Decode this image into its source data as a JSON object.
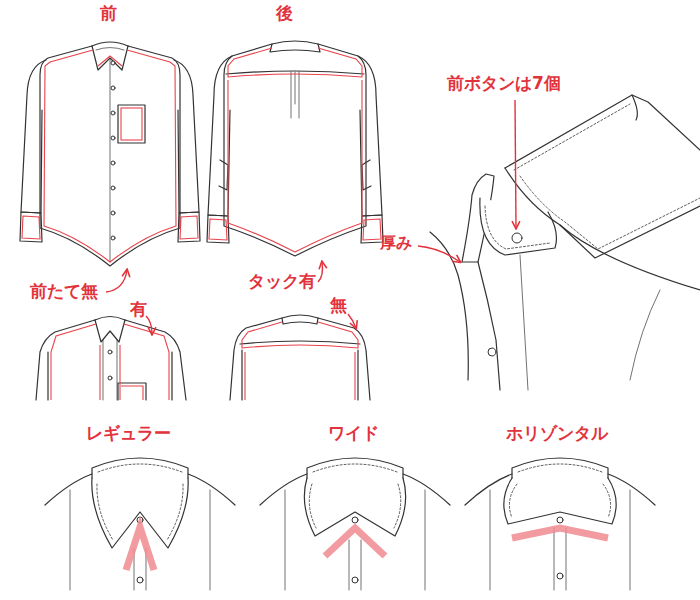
{
  "diagram": {
    "labels": [
      "前",
      "後",
      "前ボタンは7個",
      "厚み",
      "前たて無",
      "有",
      "タック有",
      "無",
      "レギュラー",
      "ワイド",
      "ホリゾンタル"
    ]
  }
}
